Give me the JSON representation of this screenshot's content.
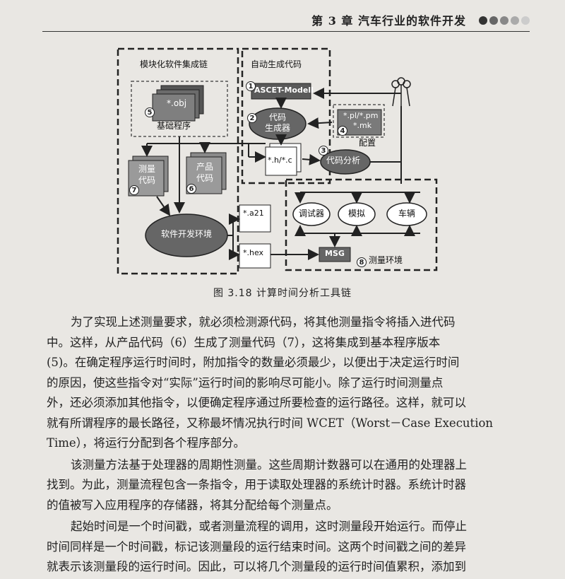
{
  "header": {
    "chapter_title": "第 3 章    汽车行业的软件开发",
    "dots": [
      "#333333",
      "#666666",
      "#888888",
      "#aaaaaa",
      "#cccccc"
    ]
  },
  "figure": {
    "group_module": "模块化软件集成链",
    "group_auto": "自动生成代码",
    "obj": "*.obj",
    "base_program": "基础程序",
    "ascet": "ASCET-Modell",
    "codegen": [
      "代码",
      "生成器"
    ],
    "config_files": [
      "*.pl/*.pm",
      "*.mk"
    ],
    "config": "配置",
    "hc": "*.h/*.c",
    "code_analysis": "代码分析",
    "measure_code": [
      "测量",
      "代码"
    ],
    "product_code": [
      "产品",
      "代码"
    ],
    "a21": "*.a21",
    "hex": "*.hex",
    "sw_env": "软件开发环境",
    "debugger": "调试器",
    "simulation": "模拟",
    "vehicle": "车辆",
    "msg": "MSG",
    "measure_env": "测量环境",
    "nums": [
      "1",
      "2",
      "3",
      "4",
      "5",
      "6",
      "7",
      "8"
    ]
  },
  "caption": "图 3.18    计算时间分析工具链",
  "paragraphs": [
    {
      "indent": true,
      "lines": [
        "为了实现上述测量要求，就必须检测源代码，将其他测量指令将插入进代码",
        "中。这样，从产品代码（6）生成了测量代码（7），这将集成到基本程序版本",
        "(5)。在确定程序运行时间时，附加指令的数量必须最少，以便出于决定运行时间",
        "的原因，使这些指令对“实际”运行时间的影响尽可能小。除了运行时间测量点",
        "外，还必须添加其他指令，以便确定程序通过所要检查的运行路径。这样，就可以",
        "就有所谓程序的最长路径，又称最坏情况执行时间 WCET（Worst－Case Execution",
        "Time），将运行分配到各个程序部分。"
      ]
    },
    {
      "indent": true,
      "lines": [
        "该测量方法基于处理器的周期性测量。这些周期计数器可以在通用的处理器上",
        "找到。为此，测量流程包含一条指令，用于读取处理器的系统计时器。系统计时器",
        "的值被写入应用程序的存储器，将其分配给每个测量点。"
      ]
    },
    {
      "indent": true,
      "lines": [
        "起始时间是一个时间戳，或者测量流程的调用，这时测量段开始运行。而停止",
        "时间同样是一个时间戳，标记该测量段的运行结束时间。这两个时间戳之间的差异",
        "就表示该测量段的运行时间。因此，可以将几个测量段的运行时间值累积，添加到"
      ]
    }
  ]
}
